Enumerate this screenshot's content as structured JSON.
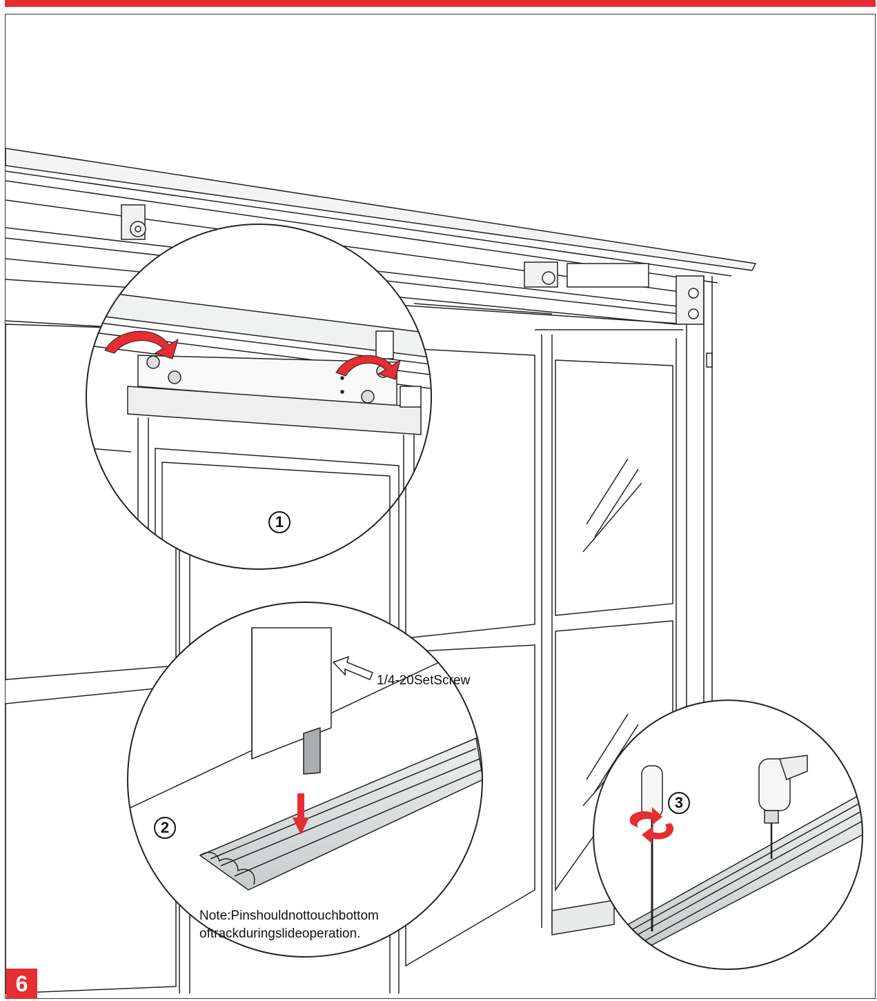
{
  "colors": {
    "accent": "#e52d32",
    "line": "#222222",
    "metal": "#d9dcdc"
  },
  "step_number": "6",
  "callouts": {
    "one": "1",
    "two": "2",
    "three": "3"
  },
  "labels": {
    "set_screw": "1/4-20SetScrew",
    "note_line1": "Note:Pinshouldnottouchbottom",
    "note_line2": "oftrackduringslideoperation."
  },
  "icons": [
    "rotate-arrow-icon",
    "down-arrow-icon",
    "pointer-arrow-icon",
    "screwdriver-icon",
    "drill-icon"
  ]
}
